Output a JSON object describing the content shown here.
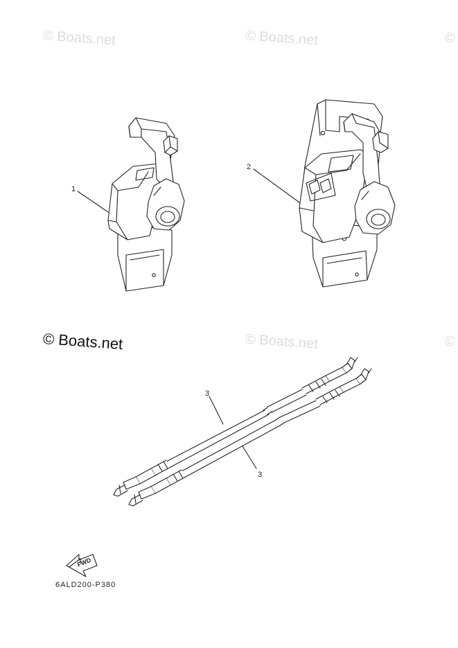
{
  "watermarks": {
    "faint": "© Boats.net",
    "strong": "© Boats.net",
    "edge": "©"
  },
  "callouts": {
    "part1": "1",
    "part2": "2",
    "part3_upper": "3",
    "part3_lower": "3"
  },
  "arrow_label": "FWD",
  "diagram_code": "6ALD200-P380",
  "colors": {
    "line": "#222222",
    "watermark_faint": "#dcdcdc",
    "background": "#ffffff"
  }
}
